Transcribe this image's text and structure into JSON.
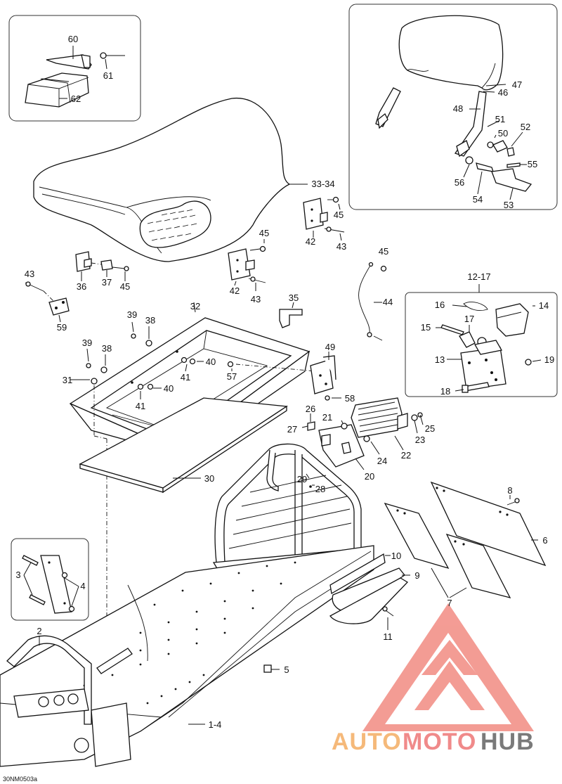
{
  "diagram_code": "30NM0503a",
  "watermark": {
    "brand_auto": "AUTO",
    "brand_moto": "MOTO",
    "brand_hub": "HUB",
    "color_auto": "#f5b97a",
    "color_moto": "#f08a8a",
    "color_hub": "#7a7a7a",
    "logo_color": "#f28b82"
  },
  "labels": {
    "l60": "60",
    "l61": "61",
    "l62": "62",
    "l47": "47",
    "l46": "46",
    "l48": "48",
    "l51": "51",
    "l50": "50",
    "l52": "52",
    "l55": "55",
    "l56": "56",
    "l54": "54",
    "l53": "53",
    "l33_34": "33-34",
    "l45a": "45",
    "l42a": "42",
    "l43a": "43",
    "l45b": "45",
    "l42b": "42",
    "l43b": "43",
    "l43c": "43",
    "l59": "59",
    "l36": "36",
    "l37": "37",
    "l45c": "45",
    "l35": "35",
    "l45d": "45",
    "l44": "44",
    "l12_17": "12-17",
    "l16": "16",
    "l14": "14",
    "l15": "15",
    "l17": "17",
    "l13": "13",
    "l19": "19",
    "l18": "18",
    "l32": "32",
    "l39a": "39",
    "l38a": "38",
    "l39b": "39",
    "l38b": "38",
    "l31": "31",
    "l40a": "40",
    "l41a": "41",
    "l40b": "40",
    "l41b": "41",
    "l57": "57",
    "l49": "49",
    "l58": "58",
    "l26": "26",
    "l27": "27",
    "l21": "21",
    "l25": "25",
    "l23": "23",
    "l24": "24",
    "l22": "22",
    "l20": "20",
    "l29": "29",
    "l28": "28",
    "l30": "30",
    "l8": "8",
    "l6": "6",
    "l10": "10",
    "l9": "9",
    "l7": "7",
    "l11": "11",
    "l3": "3",
    "l4": "4",
    "l2": "2",
    "l5": "5",
    "l1_4": "1-4"
  }
}
